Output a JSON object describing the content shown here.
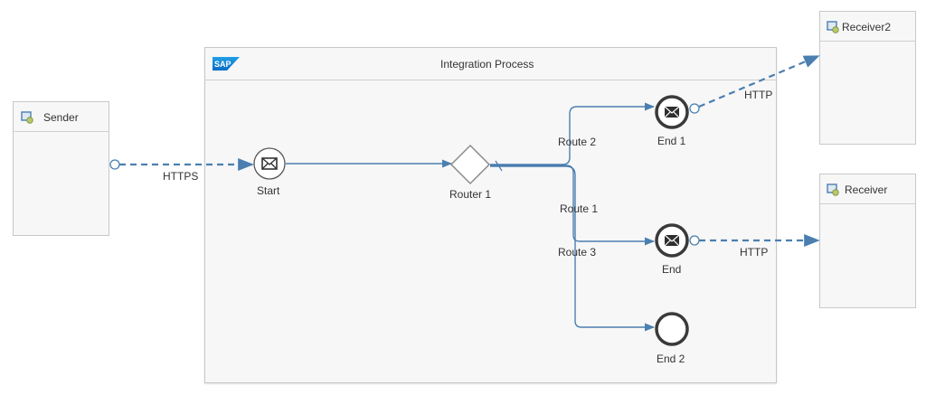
{
  "process": {
    "title": "Integration Process",
    "logo": "sap-logo"
  },
  "participants": {
    "sender": {
      "label": "Sender",
      "icon": "participant-icon"
    },
    "receiver2": {
      "label": "Receiver2",
      "icon": "participant-icon"
    },
    "receiver": {
      "label": "Receiver",
      "icon": "participant-icon"
    }
  },
  "nodes": {
    "start": {
      "label": "Start",
      "type": "message-start-event"
    },
    "router1": {
      "label": "Router 1",
      "type": "exclusive-gateway"
    },
    "end1": {
      "label": "End 1",
      "type": "message-end-event"
    },
    "end": {
      "label": "End",
      "type": "message-end-event"
    },
    "end2": {
      "label": "End 2",
      "type": "end-event"
    }
  },
  "routes": {
    "route1": "Route 1",
    "route2": "Route 2",
    "route3": "Route 3"
  },
  "channels": {
    "sender_to_start": "HTTPS",
    "end1_to_receiver2": "HTTP",
    "end_to_receiver": "HTTP"
  },
  "colors": {
    "flow": "#4a7fb0",
    "event_stroke": "#444444",
    "pool_border": "#c8c8c8",
    "pool_fill": "#f7f7f7"
  }
}
